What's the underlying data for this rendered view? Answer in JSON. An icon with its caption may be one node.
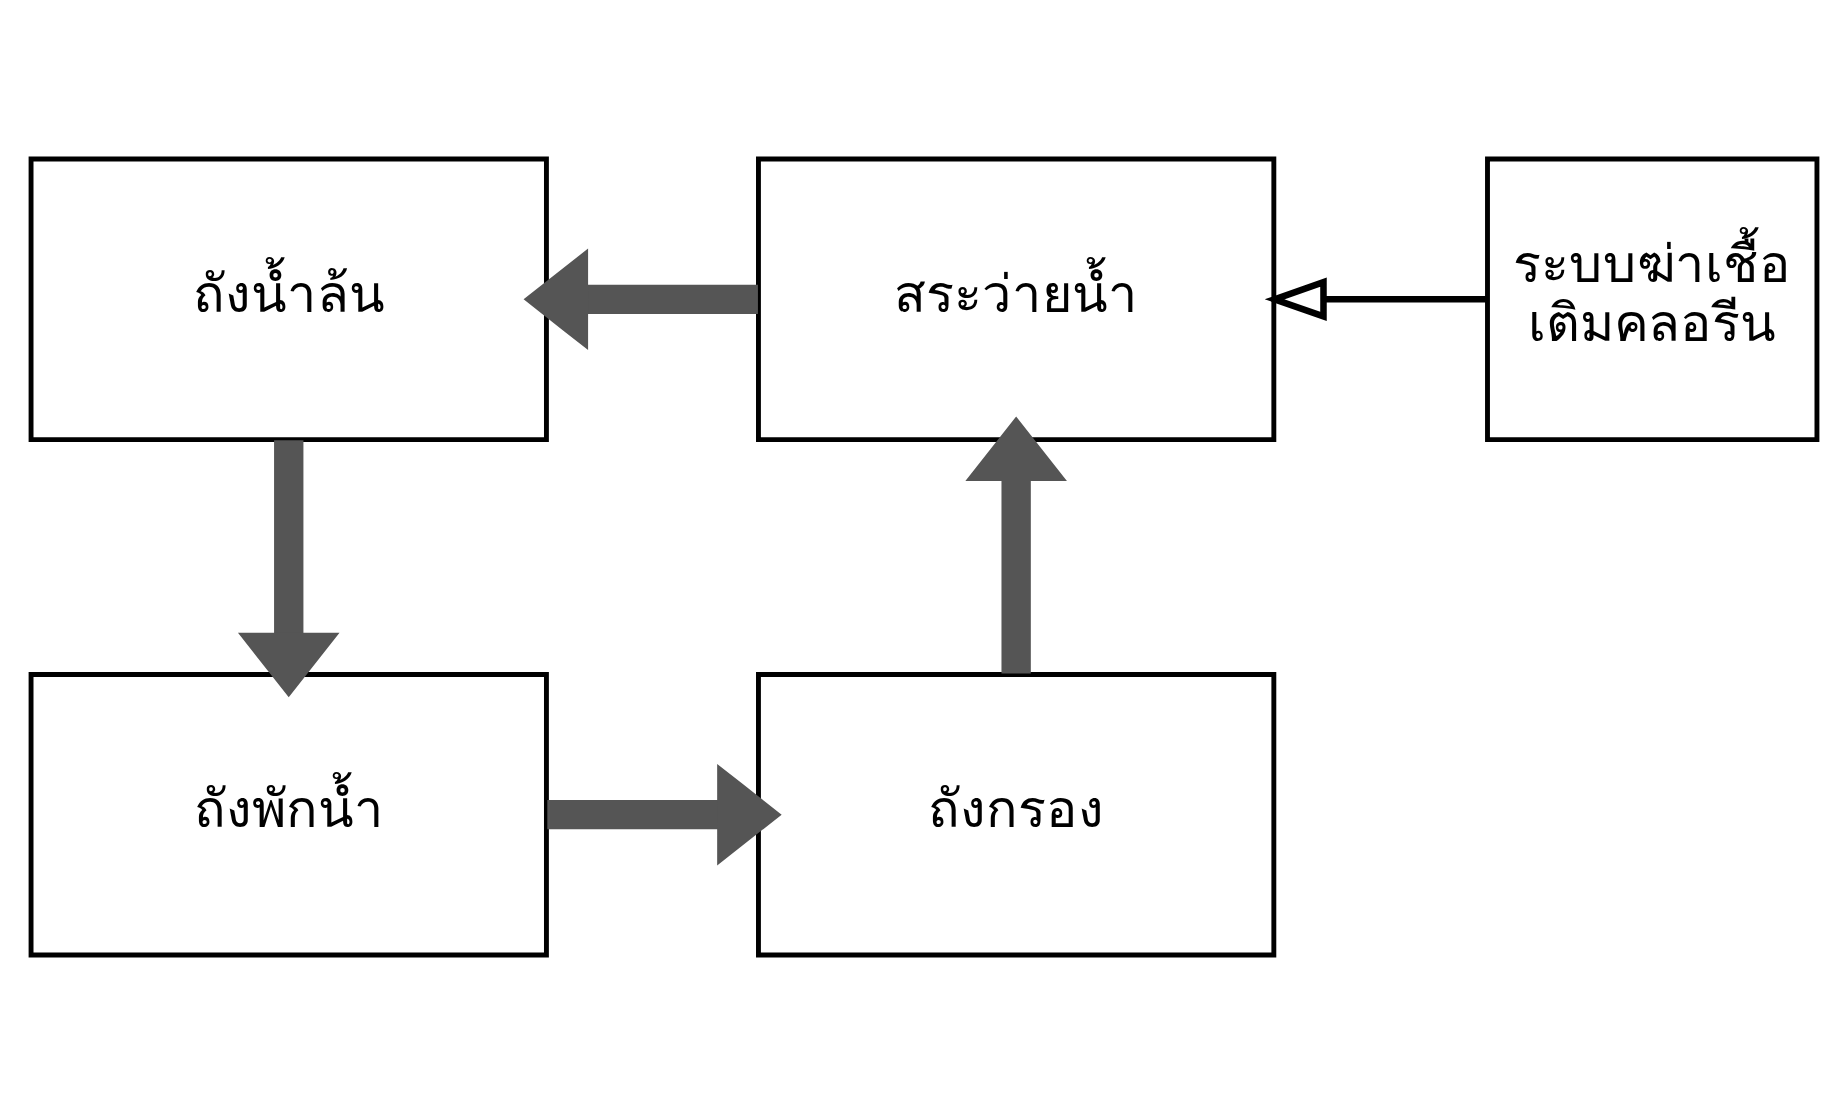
{
  "diagram": {
    "nodes": [
      {
        "text": [
          "ถังน้ำล้น"
        ]
      },
      {
        "text": [
          "สระว่ายน้ำ"
        ]
      },
      {
        "text": [
          "ระบบฆ่าเชื้อ เติมคลอรีน"
        ]
      },
      {
        "text": [
          "ถังพักน้ำ"
        ]
      },
      {
        "text": [
          "ถังกรอง"
        ]
      }
    ],
    "edges": [
      {
        "from": 1,
        "to": 0,
        "arrow": "to"
      },
      {
        "from": 0,
        "to": 3,
        "arrow": "to"
      },
      {
        "from": 3,
        "to": 4,
        "arrow": "to"
      },
      {
        "from": 4,
        "to": 1,
        "arrow": "to"
      },
      {
        "from": 2,
        "to": 1,
        "arrow": "to",
        "color": "#000000"
      }
    ]
  }
}
